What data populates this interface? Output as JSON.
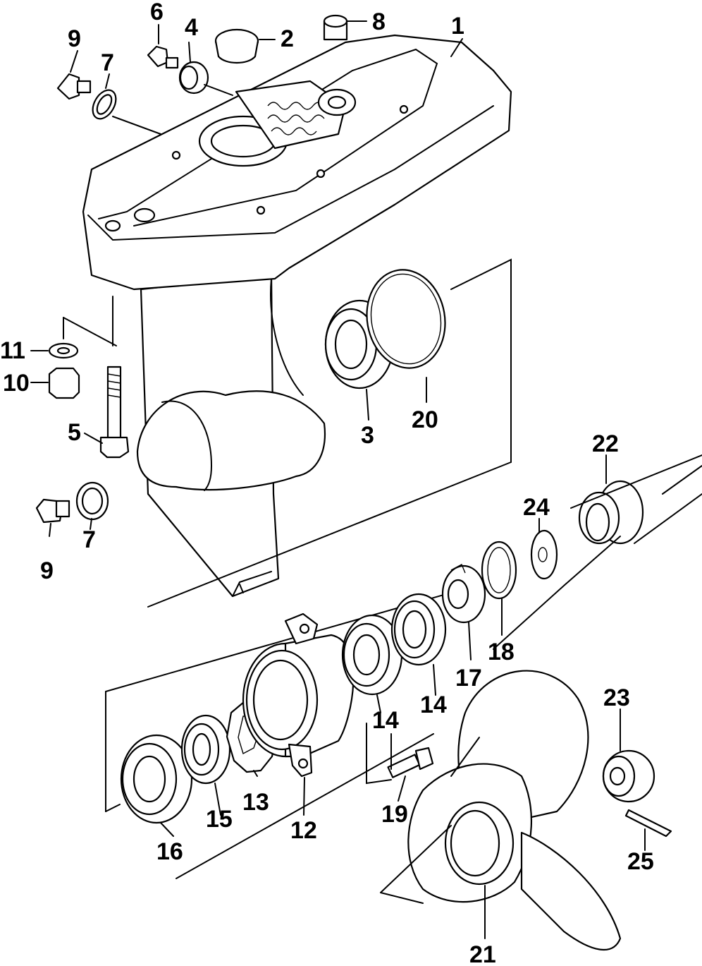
{
  "callouts": [
    "1",
    "2",
    "3",
    "4",
    "5",
    "6",
    "7",
    "7",
    "8",
    "9",
    "9",
    "10",
    "11",
    "12",
    "13",
    "14",
    "14",
    "15",
    "16",
    "17",
    "18",
    "19",
    "20",
    "21",
    "22",
    "23",
    "24",
    "25"
  ]
}
